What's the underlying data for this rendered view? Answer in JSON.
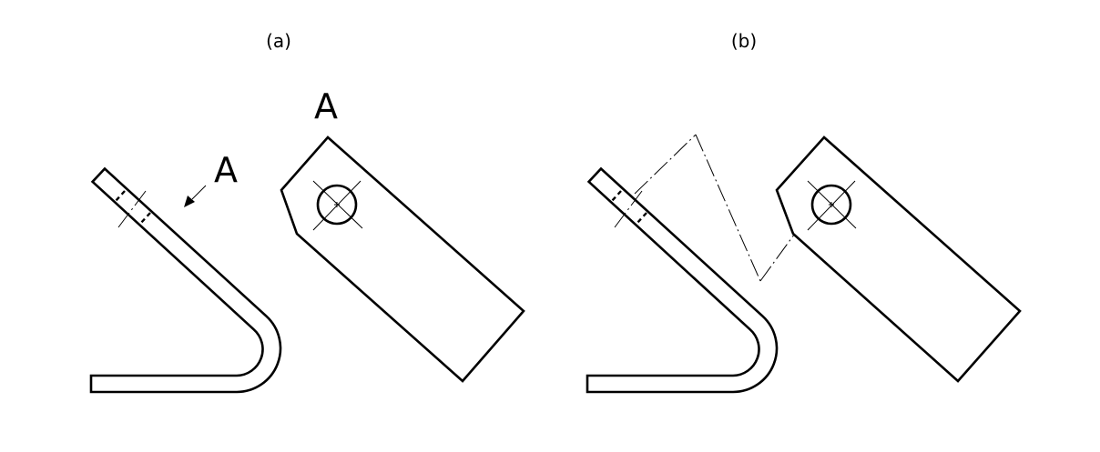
{
  "panels": [
    {
      "id": "a",
      "label": "(a)"
    },
    {
      "id": "b",
      "label": "(b)"
    }
  ],
  "view": {
    "arrow_letter": "A",
    "view_title": "A"
  }
}
